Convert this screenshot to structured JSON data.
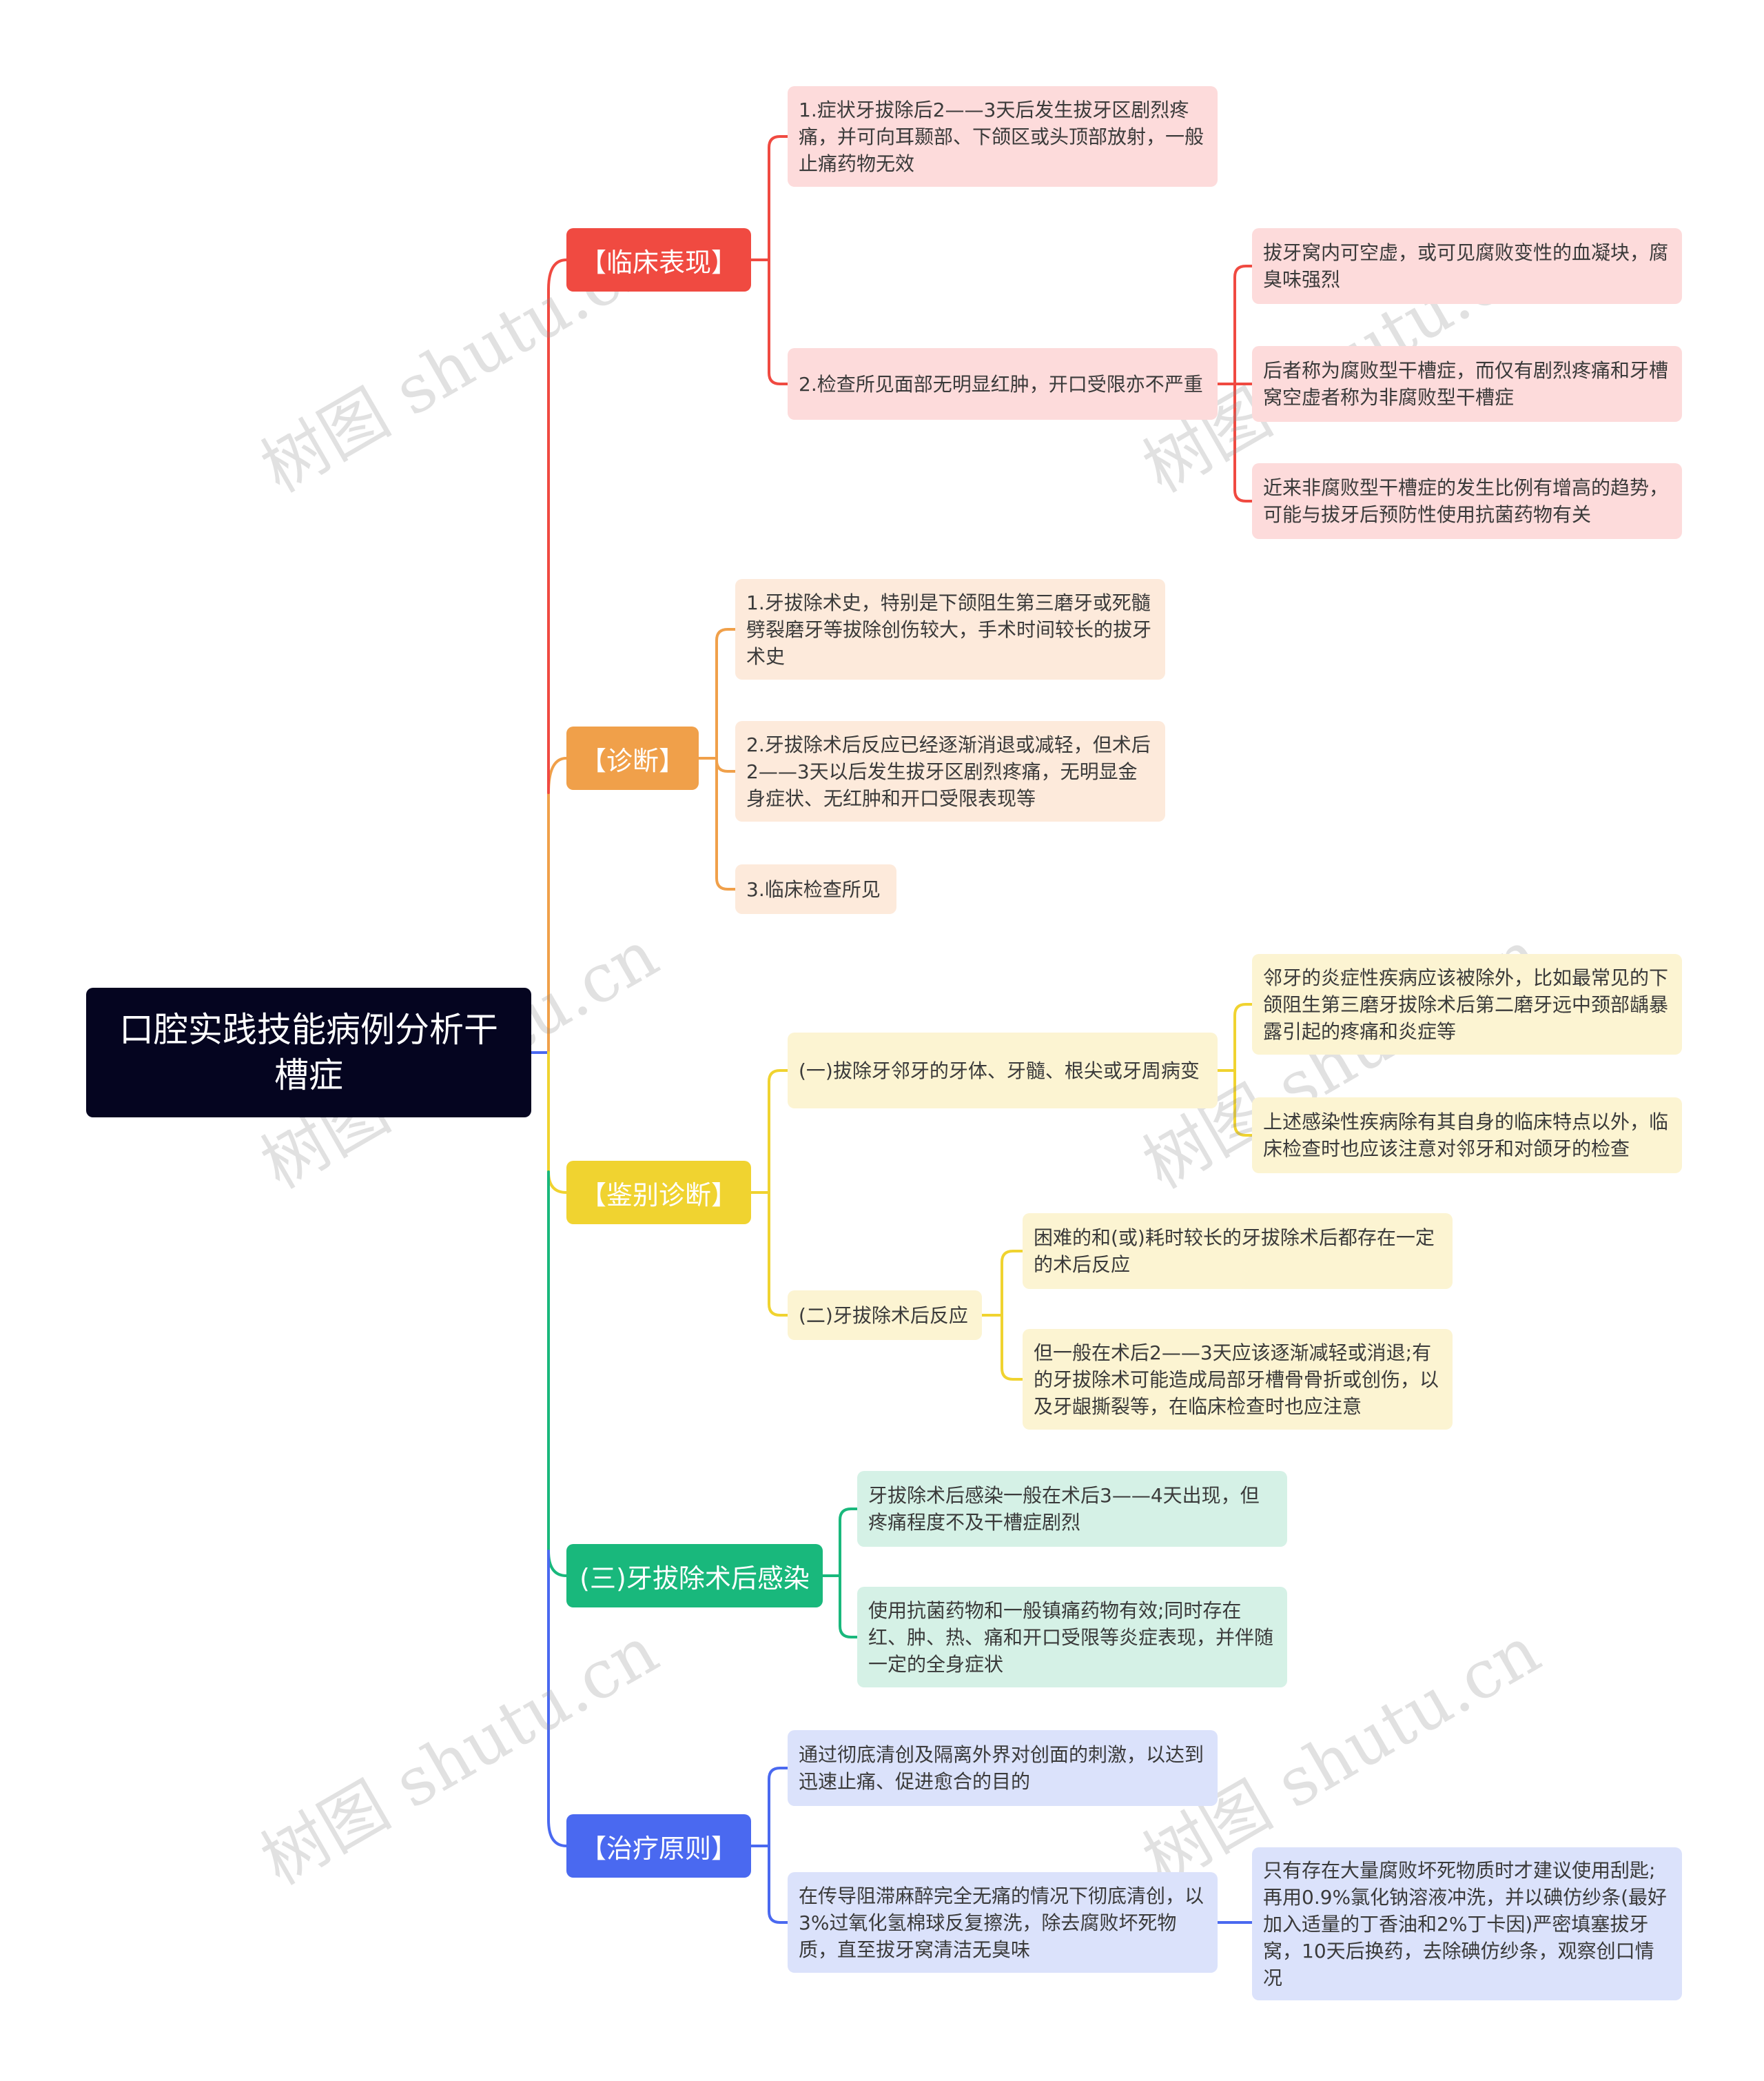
{
  "root": {
    "title": "口腔实践技能病例分析干槽症"
  },
  "colors": {
    "red": {
      "branch": "#f04a41",
      "leaf": "#fddbdb",
      "line": "#f04a41"
    },
    "orange": {
      "branch": "#f0a04a",
      "leaf": "#fdeadb",
      "line": "#f0a04a"
    },
    "yellow": {
      "branch": "#f0d330",
      "leaf": "#fcf4d2",
      "line": "#f0d330"
    },
    "green": {
      "branch": "#19b87c",
      "leaf": "#d5f1e6",
      "line": "#19b87c"
    },
    "blue": {
      "branch": "#4a69f0",
      "leaf": "#dbe2fb",
      "line": "#4a69f0"
    },
    "root": "#050520",
    "text": "#3a3a3a"
  },
  "branches": [
    {
      "label": "【临床表现】",
      "children": [
        {
          "text": "1.症状牙拔除后2——3天后发生拔牙区剧烈疼痛，并可向耳颞部、下颌区或头顶部放射，一般止痛药物无效"
        },
        {
          "text": "2.检查所见面部无明显红肿，开口受限亦不严重",
          "children": [
            {
              "text": "拔牙窝内可空虚，或可见腐败变性的血凝块，腐臭味强烈"
            },
            {
              "text": "后者称为腐败型干槽症，而仅有剧烈疼痛和牙槽窝空虚者称为非腐败型干槽症"
            },
            {
              "text": "近来非腐败型干槽症的发生比例有增高的趋势，可能与拔牙后预防性使用抗菌药物有关"
            }
          ]
        }
      ]
    },
    {
      "label": "【诊断】",
      "children": [
        {
          "text": "1.牙拔除术史，特别是下颌阻生第三磨牙或死髓劈裂磨牙等拔除创伤较大，手术时间较长的拔牙术史"
        },
        {
          "text": "2.牙拔除术后反应已经逐渐消退或减轻，但术后2——3天以后发生拔牙区剧烈疼痛，无明显金身症状、无红肿和开口受限表现等"
        },
        {
          "text": "3.临床检查所见"
        }
      ]
    },
    {
      "label": "【鉴别诊断】",
      "children": [
        {
          "text": "(一)拔除牙邻牙的牙体、牙髓、根尖或牙周病变",
          "children": [
            {
              "text": "邻牙的炎症性疾病应该被除外，比如最常见的下颌阻生第三磨牙拔除术后第二磨牙远中颈部龋暴露引起的疼痛和炎症等"
            },
            {
              "text": "上述感染性疾病除有其自身的临床特点以外，临床检查时也应该注意对邻牙和对颌牙的检查"
            }
          ]
        },
        {
          "text": "(二)牙拔除术后反应",
          "children": [
            {
              "text": "困难的和(或)耗时较长的牙拔除术后都存在一定的术后反应"
            },
            {
              "text": "但一般在术后2——3天应该逐渐减轻或消退;有的牙拔除术可能造成局部牙槽骨骨折或创伤，以及牙龈撕裂等，在临床检查时也应注意"
            }
          ]
        }
      ]
    },
    {
      "label": "(三)牙拔除术后感染",
      "children": [
        {
          "text": "牙拔除术后感染一般在术后3——4天出现，但疼痛程度不及干槽症剧烈"
        },
        {
          "text": "使用抗菌药物和一般镇痛药物有效;同时存在红、肿、热、痛和开口受限等炎症表现，并伴随一定的全身症状"
        }
      ]
    },
    {
      "label": "【治疗原则】",
      "children": [
        {
          "text": "通过彻底清创及隔离外界对创面的刺激，以达到迅速止痛、促进愈合的目的"
        },
        {
          "text": "在传导阻滞麻醉完全无痛的情况下彻底清创，以3%过氧化氢棉球反复擦洗，除去腐败坏死物质，直至拔牙窝清洁无臭味",
          "children": [
            {
              "text": "只有存在大量腐败坏死物质时才建议使用刮匙;再用0.9%氯化钠溶液冲洗，并以碘仿纱条(最好加入适量的丁香油和2%丁卡因)严密填塞拔牙窝，10天后换药，去除碘仿纱条，观察创口情况"
            }
          ]
        }
      ]
    }
  ],
  "watermark": "树图 shutu.cn"
}
